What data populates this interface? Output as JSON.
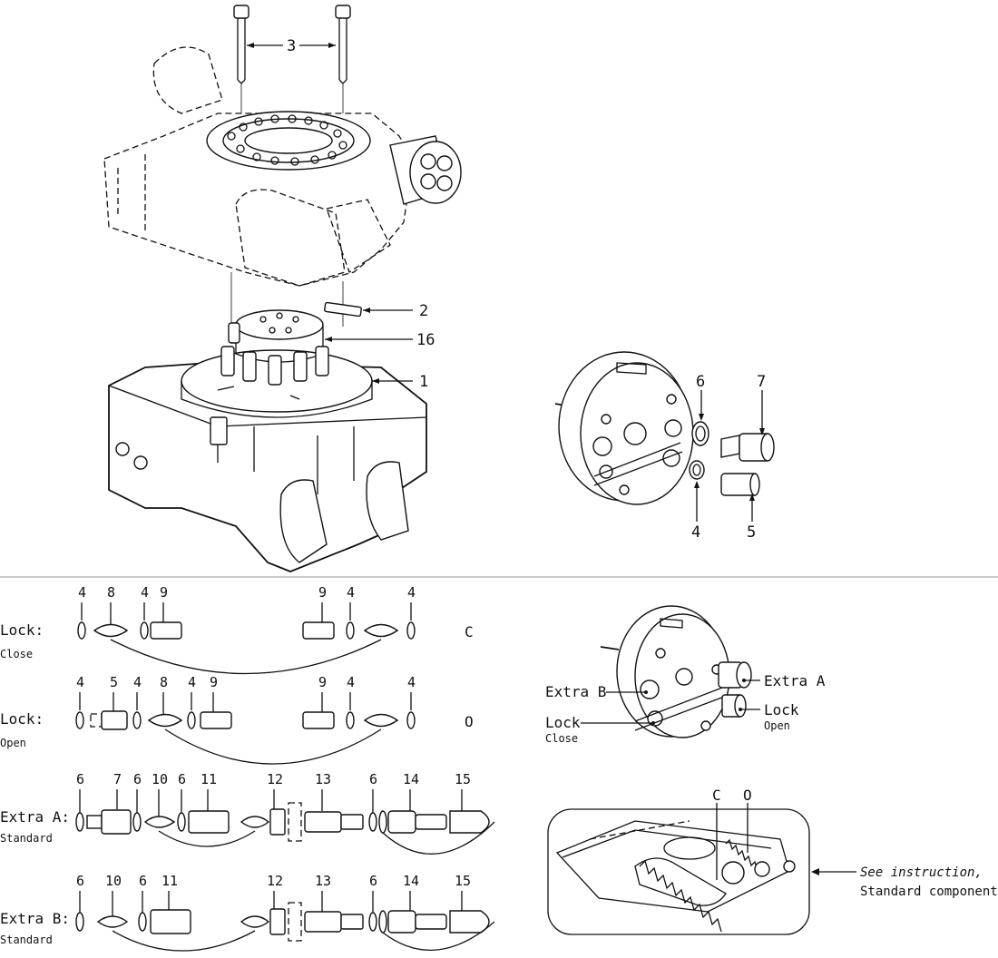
{
  "callouts": {
    "c3": "3",
    "c2": "2",
    "c16": "16",
    "c1": "1",
    "c6": "6",
    "c7": "7",
    "c4": "4",
    "c5": "5"
  },
  "rows": [
    {
      "title": "Lock:",
      "sub": "Close",
      "end": "C",
      "left_nums": [
        "4",
        "8",
        "4",
        "9"
      ],
      "right_nums": [
        "9",
        "4",
        "4"
      ]
    },
    {
      "title": "Lock:",
      "sub": "Open",
      "end": "O",
      "left_nums": [
        "4",
        "5",
        "4",
        "8",
        "4",
        "9"
      ],
      "right_nums": [
        "9",
        "4",
        "4"
      ]
    },
    {
      "title": "Extra A:",
      "sub": "Standard",
      "nums": [
        "6",
        "7",
        "6",
        "10",
        "6",
        "11",
        "12",
        "13",
        "6",
        "14",
        "15"
      ]
    },
    {
      "title": "Extra B:",
      "sub": "Standard",
      "nums": [
        "6",
        "10",
        "6",
        "11",
        "12",
        "13",
        "6",
        "14",
        "15"
      ]
    }
  ],
  "ports": {
    "extra_a": "Extra A",
    "extra_b": "Extra B",
    "lock1": "Lock",
    "lock1_sub": "Open",
    "lock2": "Lock",
    "lock2_sub": "Close"
  },
  "detail": {
    "c": "C",
    "o": "O"
  },
  "note": {
    "line1": "See instruction,",
    "line2": "Standard components"
  }
}
